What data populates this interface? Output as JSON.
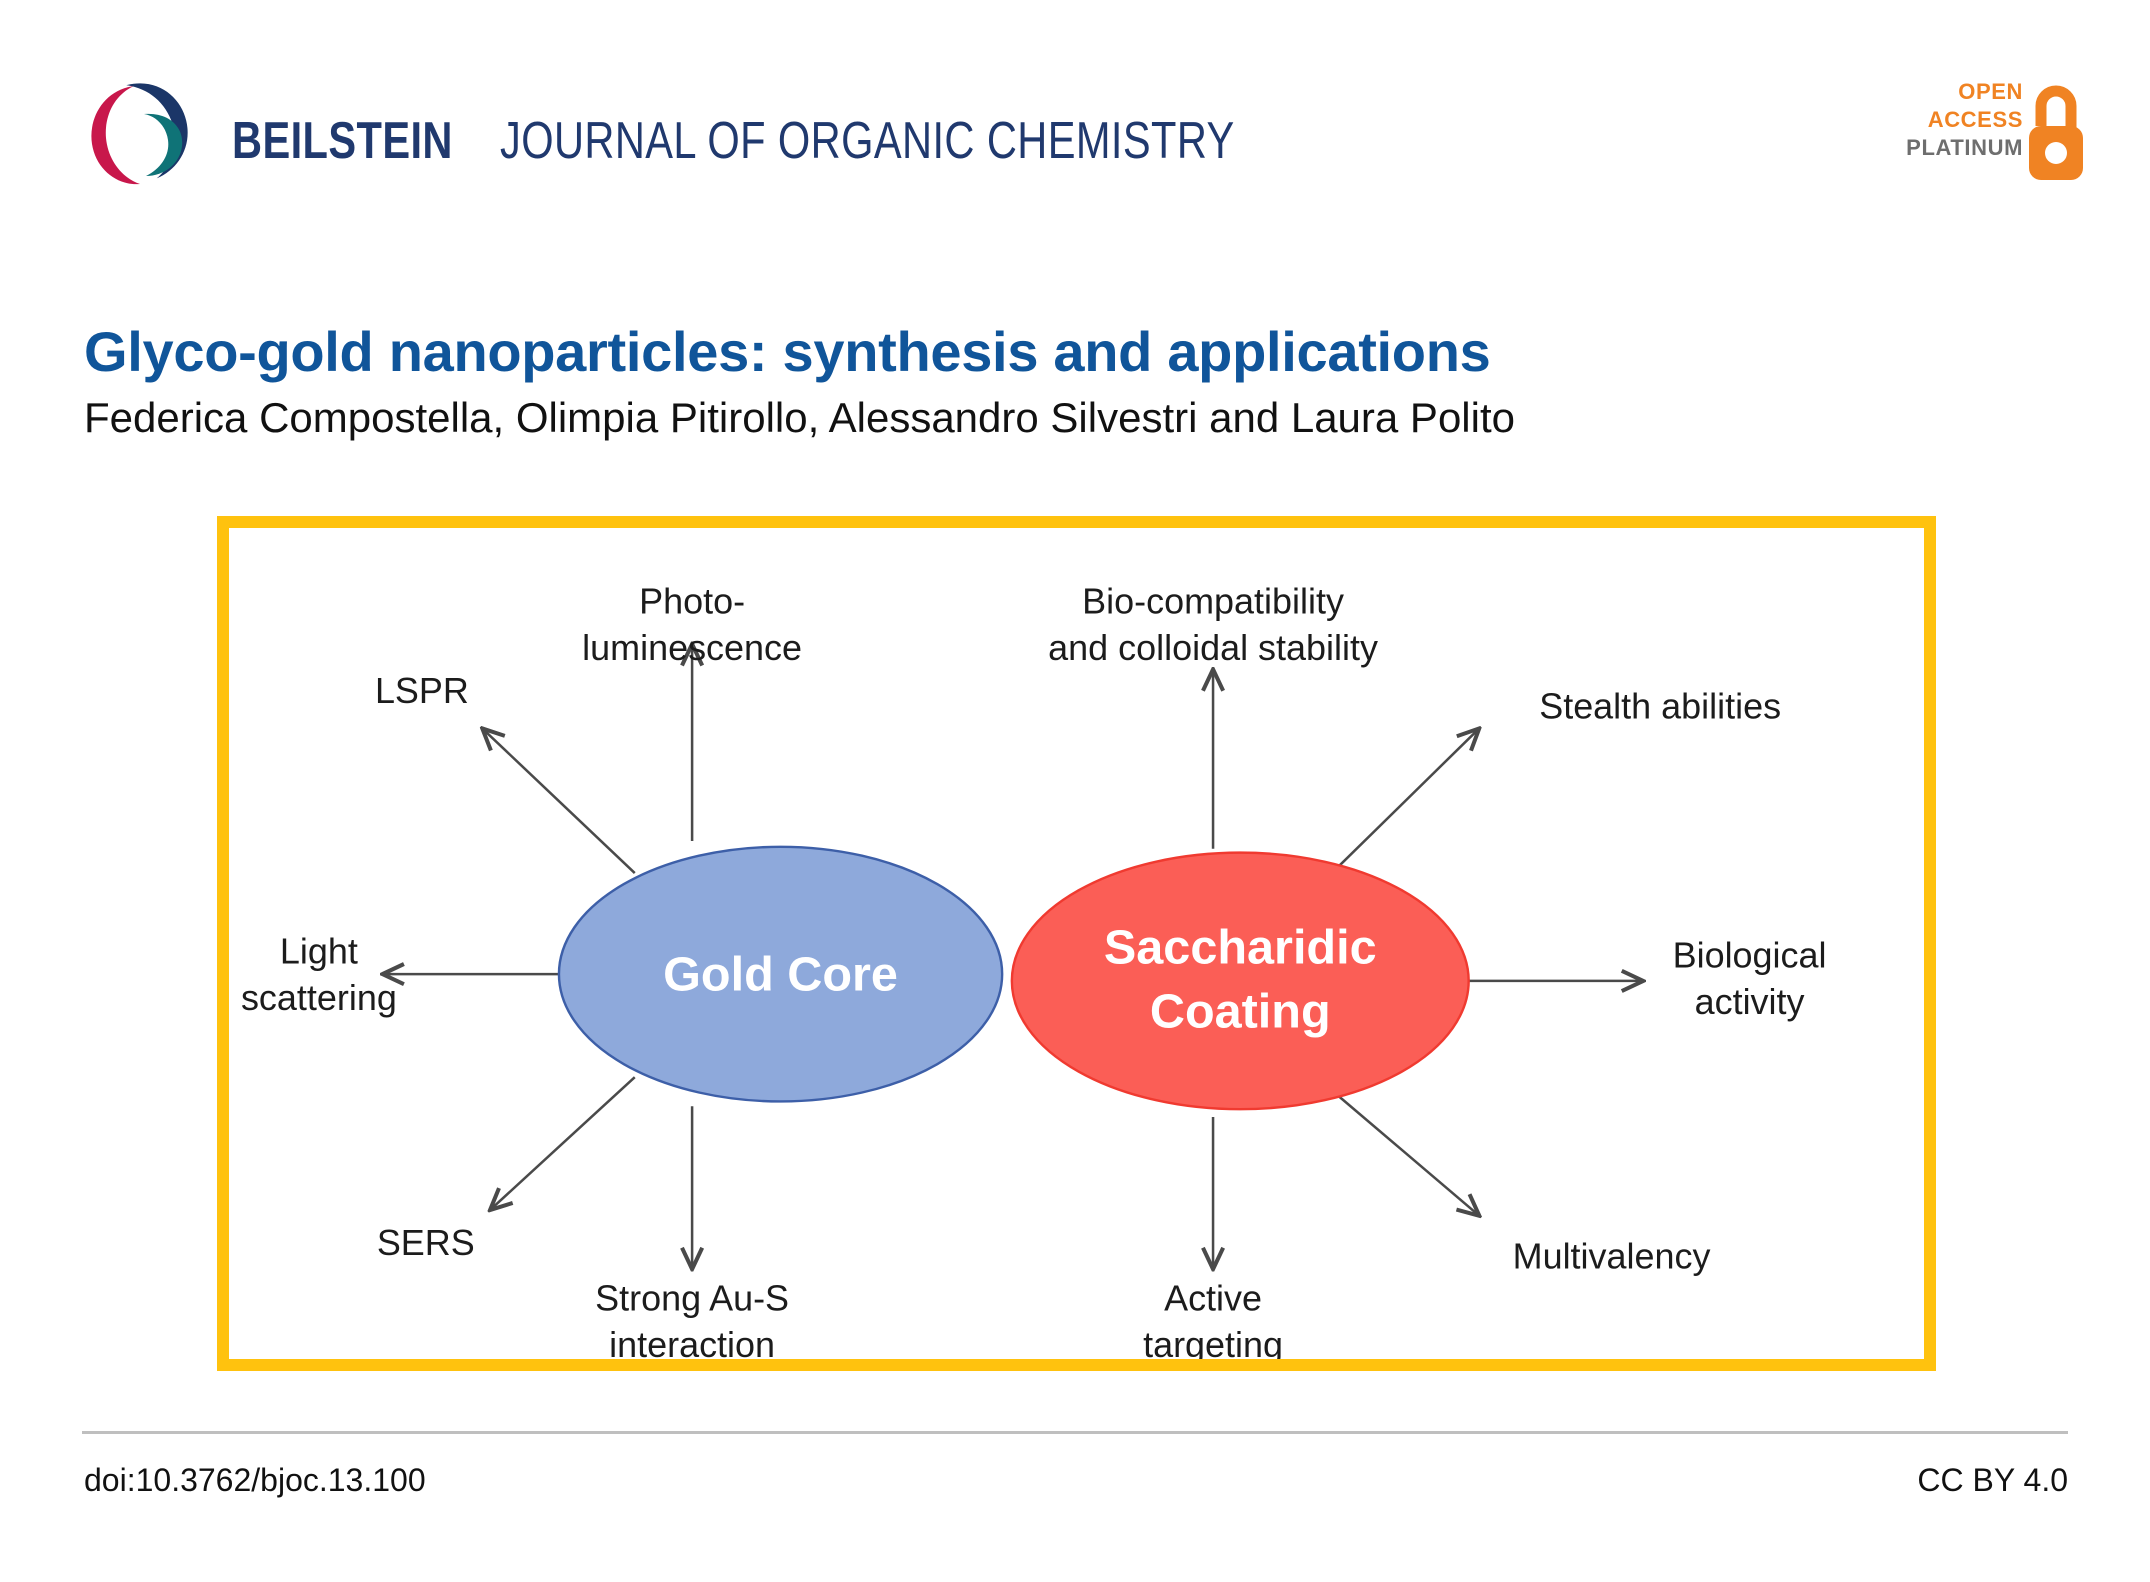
{
  "header": {
    "journal_name_bold": "BEILSTEIN",
    "journal_name_light": "JOURNAL OF ORGANIC CHEMISTRY",
    "logo_icon": "beilstein-triple-arc-logo",
    "logo_colors": {
      "crimson": "#C8174B",
      "teal": "#0F7377",
      "navy": "#1B3668"
    },
    "open_access": {
      "line1": "OPEN",
      "line2": "ACCESS",
      "line3": "PLATINUM",
      "lock_icon": "open-padlock-icon",
      "orange": "#F08323",
      "gray": "#6E6E6E"
    }
  },
  "article": {
    "title": "Glyco-gold nanoparticles: synthesis and applications",
    "title_color": "#10559A",
    "authors": "Federica Compostella, Olimpia Pitirollo, Alessandro Silvestri and Laura Polito"
  },
  "figure": {
    "border_color": "#FFC20E",
    "gold_core": {
      "label": "Gold Core",
      "fill": "#8EA9DB",
      "stroke": "#3D5FA8"
    },
    "saccharidic_coating": {
      "label_line1": "Saccharidic",
      "label_line2": "Coating",
      "fill": "#FB5E56",
      "stroke": "#F03A30"
    },
    "gold_core_labels": [
      {
        "id": "photoluminescence",
        "lines": [
          "Photo-",
          "luminescence"
        ]
      },
      {
        "id": "lspr",
        "lines": [
          "LSPR"
        ]
      },
      {
        "id": "light-scattering",
        "lines": [
          "Light",
          "scattering"
        ]
      },
      {
        "id": "sers",
        "lines": [
          "SERS"
        ]
      },
      {
        "id": "strong-au-s-interaction",
        "lines": [
          "Strong Au-S",
          "interaction"
        ]
      }
    ],
    "coating_labels": [
      {
        "id": "biocompatibility",
        "lines": [
          "Bio-compatibility",
          "and colloidal stability"
        ]
      },
      {
        "id": "stealth-abilities",
        "lines": [
          "Stealth abilities"
        ]
      },
      {
        "id": "biological-activity",
        "lines": [
          "Biological",
          "activity"
        ]
      },
      {
        "id": "multivalency",
        "lines": [
          "Multivalency"
        ]
      },
      {
        "id": "active-targeting",
        "lines": [
          "Active",
          "targeting"
        ]
      }
    ]
  },
  "footer": {
    "doi": "doi:10.3762/bjoc.13.100",
    "license": "CC BY 4.0"
  }
}
